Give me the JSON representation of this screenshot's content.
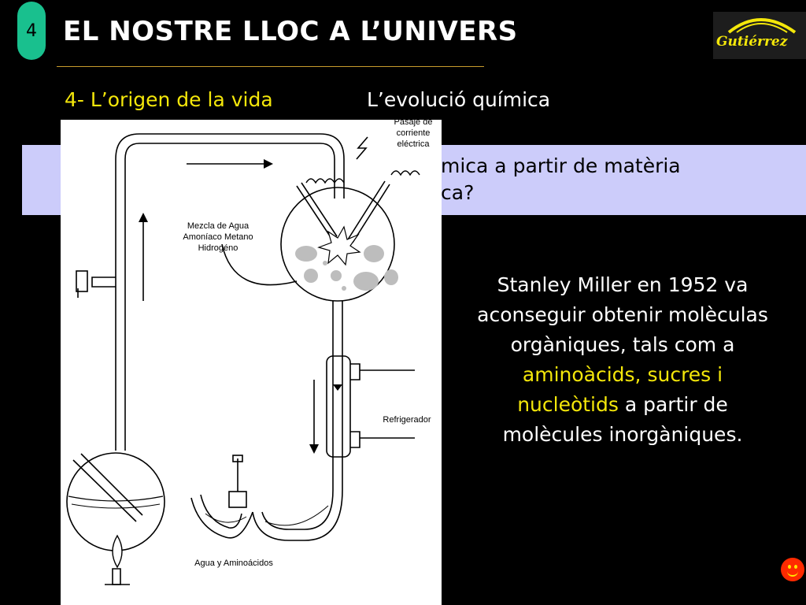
{
  "slide": {
    "number": "4",
    "title": "EL NOSTRE LLOC A L’UNIVERS",
    "logo_text": "Gutiérrez",
    "section": "4- L’origen de la vida",
    "subtopic": "L’evolució química",
    "question_line1": "mica a partir de matèria",
    "question_line2": "ca?"
  },
  "diagram": {
    "labels": {
      "current": [
        "Pasaje de",
        "corriente",
        "eléctrica"
      ],
      "mixture": [
        "Mezcla de Agua",
        "Amoníaco Metano",
        "Hidrogéno"
      ],
      "cooler": "Refrigerador",
      "water_amino": "Agua y Aminoácidos"
    }
  },
  "body": {
    "text_before": "Stanley Miller en 1952 va aconseguir obtenir molèculas orgàniques, tals com a ",
    "highlight": "aminoàcids, sucres i nucleòtids",
    "text_after": " a partir de molècules inorgàniques."
  },
  "colors": {
    "background": "#000000",
    "badge": "#19c08e",
    "highlight": "#f4e70a",
    "band": "#ccccfa",
    "smiley": "#ff2a00"
  },
  "icons": [
    "smiley-icon",
    "logo"
  ]
}
